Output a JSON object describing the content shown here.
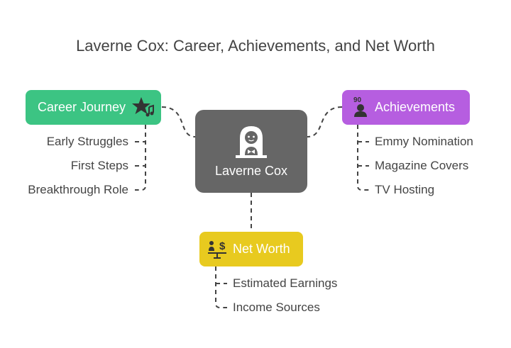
{
  "title": "Laverne Cox: Career, Achievements, and Net Worth",
  "center": {
    "label": "Laverne Cox",
    "icon": "person-icon"
  },
  "branches": {
    "career": {
      "label": "Career Journey",
      "icon": "star-music-icon",
      "color": "#3cc483",
      "items": [
        "Early Struggles",
        "First Steps",
        "Breakthrough Role"
      ]
    },
    "achievements": {
      "label": "Achievements",
      "icon": "award-90-icon",
      "color": "#b65ee0",
      "items": [
        "Emmy Nomination",
        "Magazine Covers",
        "TV Hosting"
      ]
    },
    "networth": {
      "label": "Net Worth",
      "icon": "balance-dollar-icon",
      "color": "#e8ca1f",
      "items": [
        "Estimated Earnings",
        "Income Sources"
      ]
    }
  },
  "colors": {
    "center": "#666666",
    "connector": "#444444",
    "text": "#444444"
  }
}
